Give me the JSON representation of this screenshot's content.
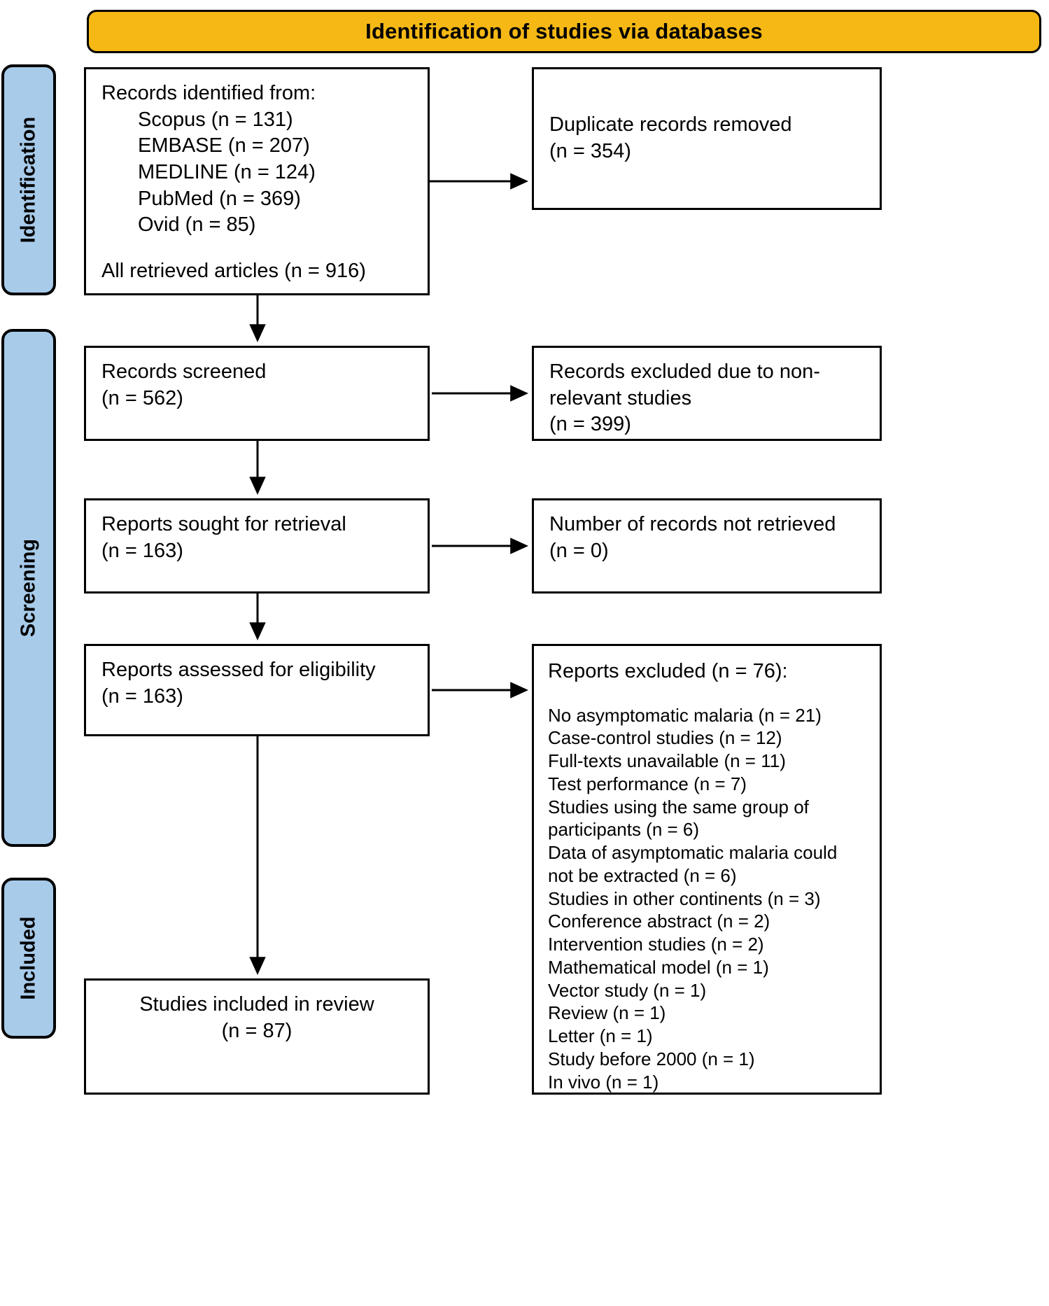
{
  "header": {
    "title": "Identification of studies via databases",
    "bg_color": "#F5B815"
  },
  "stages": {
    "identification": "Identification",
    "screening": "Screening",
    "included": "Included",
    "rail_color": "#A8CBEA"
  },
  "boxes": {
    "identified": {
      "heading": "Records identified from:",
      "sources": [
        "Scopus (n = 131)",
        "EMBASE (n = 207)",
        "MEDLINE (n = 124)",
        "PubMed (n = 369)",
        "Ovid (n = 85)"
      ],
      "total": "All retrieved articles (n = 916)"
    },
    "duplicates": {
      "line1": "Duplicate records removed",
      "line2": "(n = 354)"
    },
    "screened": {
      "line1": "Records screened",
      "line2": "(n = 562)"
    },
    "excluded_nonrelevant": {
      "line1": "Records excluded due to non-",
      "line2": "relevant studies",
      "line3": "(n = 399)"
    },
    "sought": {
      "line1": "Reports sought for retrieval",
      "line2": "(n = 163)"
    },
    "not_retrieved": {
      "line1": "Number of records not retrieved",
      "line2": "(n = 0)"
    },
    "assessed": {
      "line1": "Reports assessed for eligibility",
      "line2": "(n = 163)"
    },
    "reports_excluded": {
      "heading": "Reports excluded (n = 76):",
      "reasons": [
        "No asymptomatic malaria (n = 21)",
        "Case-control studies (n = 12)",
        "Full-texts unavailable (n = 11)",
        "Test performance (n = 7)",
        "Studies using the same group of",
        "participants (n = 6)",
        "Data of asymptomatic malaria could",
        "not be extracted (n = 6)",
        "Studies in other continents (n = 3)",
        "Conference abstract (n = 2)",
        "Intervention studies (n = 2)",
        "Mathematical model (n = 1)",
        "Vector study (n = 1)",
        "Review (n = 1)",
        "Letter (n = 1)",
        "Study before 2000 (n = 1)",
        "In vivo (n = 1)"
      ]
    },
    "included": {
      "line1": "Studies included in review",
      "line2": "(n = 87)"
    }
  },
  "chart_data": {
    "type": "diagram",
    "title": "PRISMA flow diagram — Identification of studies via databases",
    "nodes": [
      {
        "id": "identified",
        "stage": "Identification",
        "label": "Records identified from databases",
        "value": 916
      },
      {
        "id": "duplicates",
        "stage": "Identification",
        "label": "Duplicate records removed",
        "value": 354
      },
      {
        "id": "screened",
        "stage": "Screening",
        "label": "Records screened",
        "value": 562
      },
      {
        "id": "excluded_nonrelevant",
        "stage": "Screening",
        "label": "Records excluded due to non-relevant studies",
        "value": 399
      },
      {
        "id": "sought",
        "stage": "Screening",
        "label": "Reports sought for retrieval",
        "value": 163
      },
      {
        "id": "not_retrieved",
        "stage": "Screening",
        "label": "Number of records not retrieved",
        "value": 0
      },
      {
        "id": "assessed",
        "stage": "Screening",
        "label": "Reports assessed for eligibility",
        "value": 163
      },
      {
        "id": "reports_excluded",
        "stage": "Screening",
        "label": "Reports excluded",
        "value": 76
      },
      {
        "id": "included",
        "stage": "Included",
        "label": "Studies included in review",
        "value": 87
      }
    ],
    "sources": [
      {
        "name": "Scopus",
        "value": 131
      },
      {
        "name": "EMBASE",
        "value": 207
      },
      {
        "name": "MEDLINE",
        "value": 124
      },
      {
        "name": "PubMed",
        "value": 369
      },
      {
        "name": "Ovid",
        "value": 85
      }
    ],
    "exclusion_reasons": [
      {
        "reason": "No asymptomatic malaria",
        "value": 21
      },
      {
        "reason": "Case-control studies",
        "value": 12
      },
      {
        "reason": "Full-texts unavailable",
        "value": 11
      },
      {
        "reason": "Test performance",
        "value": 7
      },
      {
        "reason": "Studies using the same group of participants",
        "value": 6
      },
      {
        "reason": "Data of asymptomatic malaria could not be extracted",
        "value": 6
      },
      {
        "reason": "Studies in other continents",
        "value": 3
      },
      {
        "reason": "Conference abstract",
        "value": 2
      },
      {
        "reason": "Intervention studies",
        "value": 2
      },
      {
        "reason": "Mathematical model",
        "value": 1
      },
      {
        "reason": "Vector study",
        "value": 1
      },
      {
        "reason": "Review",
        "value": 1
      },
      {
        "reason": "Letter",
        "value": 1
      },
      {
        "reason": "Study before 2000",
        "value": 1
      },
      {
        "reason": "In vivo",
        "value": 1
      }
    ],
    "edges": [
      {
        "from": "identified",
        "to": "duplicates",
        "direction": "right"
      },
      {
        "from": "identified",
        "to": "screened",
        "direction": "down"
      },
      {
        "from": "screened",
        "to": "excluded_nonrelevant",
        "direction": "right"
      },
      {
        "from": "screened",
        "to": "sought",
        "direction": "down"
      },
      {
        "from": "sought",
        "to": "not_retrieved",
        "direction": "right"
      },
      {
        "from": "sought",
        "to": "assessed",
        "direction": "down"
      },
      {
        "from": "assessed",
        "to": "reports_excluded",
        "direction": "right"
      },
      {
        "from": "assessed",
        "to": "included",
        "direction": "down"
      }
    ]
  }
}
